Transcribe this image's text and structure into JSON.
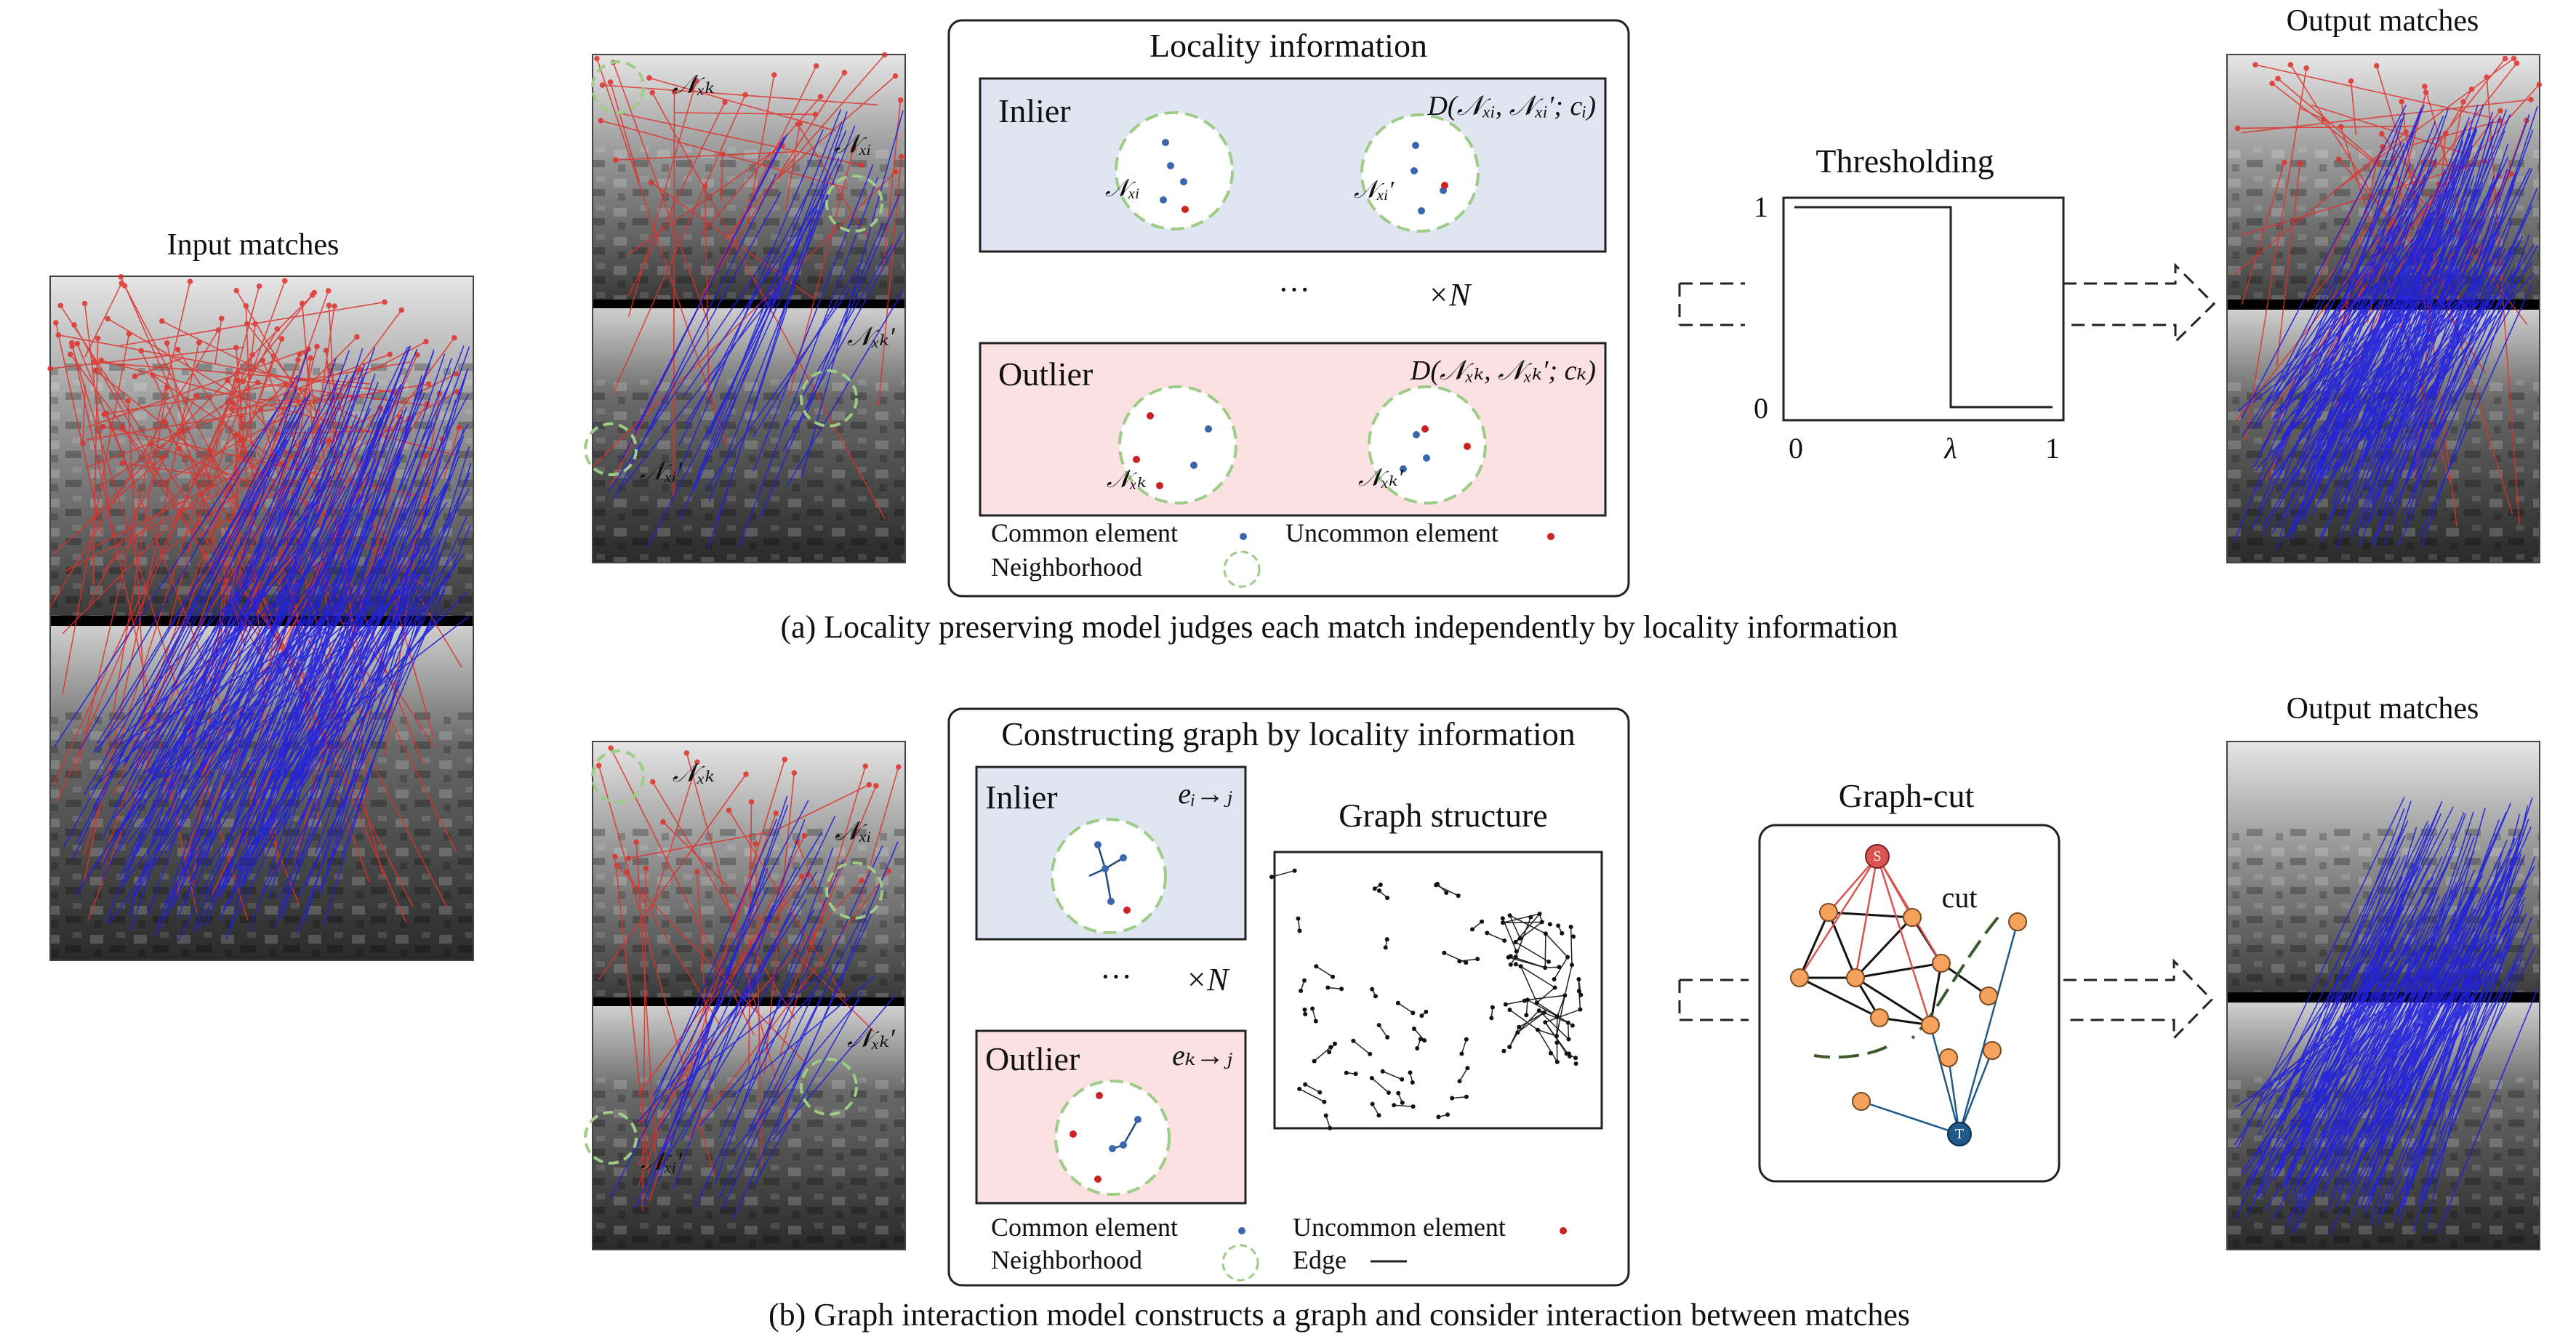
{
  "input_panel": {
    "title": "Input matches"
  },
  "panel_a": {
    "locality_box": {
      "title": "Locality information",
      "inlier_label": "Inlier",
      "inlier_formula": "D(𝒩ₓᵢ, 𝒩ₓᵢ′; cᵢ)",
      "outlier_label": "Outlier",
      "outlier_formula": "D(𝒩ₓₖ, 𝒩ₓₖ′; cₖ)",
      "dots": "···",
      "times_n": "×N",
      "nbhd_inlier_left": "𝒩ₓᵢ",
      "nbhd_inlier_right": "𝒩ₓᵢ′",
      "nbhd_outlier_left": "𝒩ₓₖ",
      "nbhd_outlier_right": "𝒩ₓₖ′",
      "legend": {
        "common": "Common element",
        "uncommon": "Uncommon element",
        "neighborhood": "Neighborhood"
      }
    },
    "image_labels": {
      "nxk": "𝒩ₓₖ",
      "nxi": "𝒩ₓᵢ",
      "nxk_prime": "𝒩ₓₖ′",
      "nxi_prime": "𝒩ₓᵢ′"
    },
    "thresholding": {
      "title": "Thresholding",
      "y_top": "1",
      "y_bottom": "0",
      "x_left": "0",
      "x_mid": "λ",
      "x_right": "1"
    },
    "output_title": "Output matches",
    "caption": "(a) Locality preserving model judges each match independently by locality information"
  },
  "panel_b": {
    "graph_box": {
      "title": "Constructing graph by locality information",
      "inlier_label": "Inlier",
      "inlier_edge": "eᵢ→ⱼ",
      "outlier_label": "Outlier",
      "outlier_edge": "eₖ→ⱼ",
      "dots": "···",
      "times_n": "×N",
      "structure_title": "Graph structure",
      "legend": {
        "common": "Common element",
        "uncommon": "Uncommon element",
        "neighborhood": "Neighborhood",
        "edge": "Edge"
      }
    },
    "image_labels": {
      "nxk": "𝒩ₓₖ",
      "nxi": "𝒩ₓᵢ",
      "nxk_prime": "𝒩ₓₖ′",
      "nxi_prime": "𝒩ₓᵢ′"
    },
    "graph_cut": {
      "title": "Graph-cut",
      "source": "S",
      "sink": "T",
      "cut": "cut"
    },
    "output_title": "Output matches",
    "caption": "(b) Graph interaction model constructs a graph and consider interaction between matches"
  },
  "colors": {
    "inlier_bg": "#dfe6f2",
    "outlier_bg": "#fbe1e1",
    "inlier_line": "#2222dd",
    "outlier_line": "#dd2222",
    "neighborhood": "#9dcc86",
    "common_dot": "#3a66b0",
    "uncommon_dot": "#cc2222",
    "node_fill": "#f4a25e",
    "source_fill": "#d9534f",
    "sink_fill": "#1f5a8a",
    "cut_line": "#3d5a2c"
  },
  "icons": [
    "dashed-arrow-icon",
    "neighborhood-circle-icon",
    "step-function-icon"
  ]
}
